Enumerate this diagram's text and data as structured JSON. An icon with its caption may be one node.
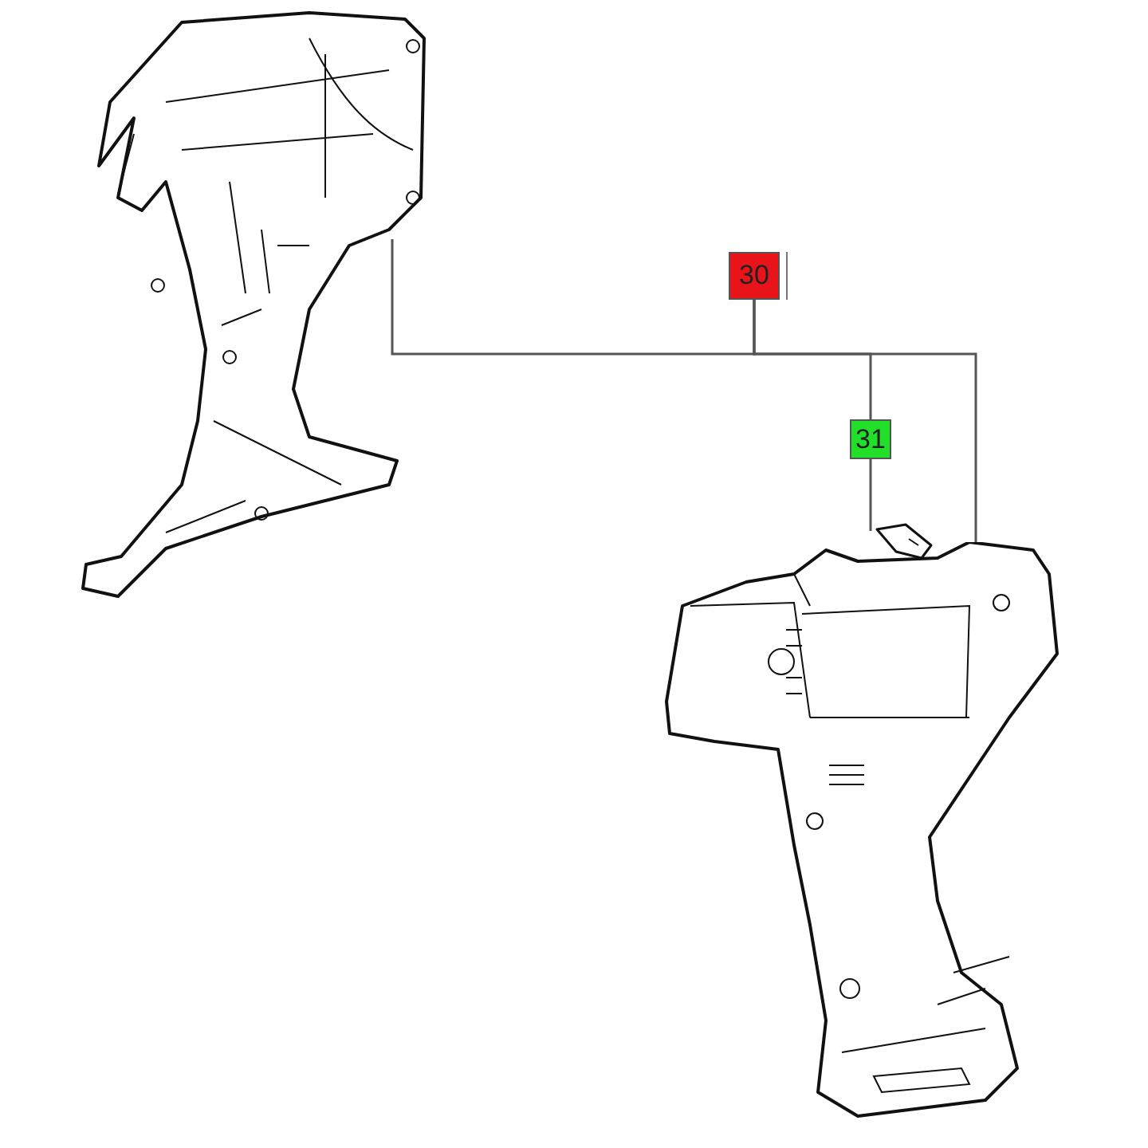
{
  "diagram": {
    "nodes": [
      {
        "text": [
          "30"
        ]
      },
      {
        "text": [],
        "shape": "picture"
      },
      {
        "text": [],
        "shape": "picture"
      },
      {
        "text": [
          "31"
        ]
      },
      {
        "text": [],
        "shape": "picture"
      }
    ],
    "edges": [
      {
        "from": 0,
        "to": 1,
        "arrow": "none"
      },
      {
        "from": 0,
        "to": 3,
        "arrow": "none"
      },
      {
        "from": 0,
        "to": 2,
        "arrow": "none"
      },
      {
        "from": 3,
        "to": 4,
        "arrow": "none"
      }
    ]
  }
}
